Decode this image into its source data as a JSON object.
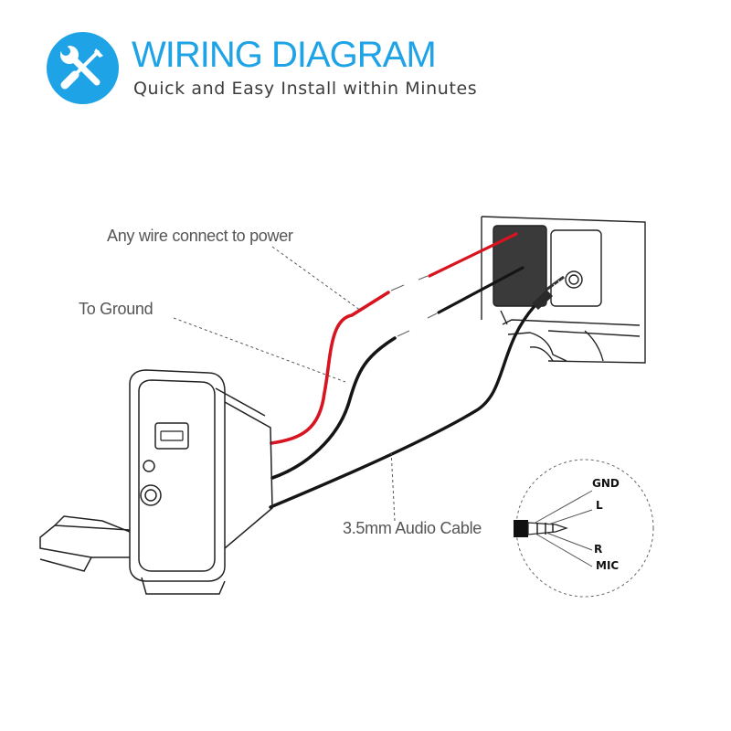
{
  "header": {
    "title": "WIRING DIAGRAM",
    "subtitle": "Quick and Easy Install within Minutes",
    "icon": "wrench-screwdriver-icon",
    "accent_color": "#1ea3e6"
  },
  "callouts": {
    "power": "Any wire connect to power",
    "ground": "To Ground",
    "audio": "3.5mm Audio Cable"
  },
  "jack_pins": {
    "gnd": "GND",
    "l": "L",
    "r": "R",
    "mic": "MIC"
  },
  "wire_colors": {
    "power": "#d7141f",
    "ground": "#151515",
    "audio": "#151515"
  }
}
